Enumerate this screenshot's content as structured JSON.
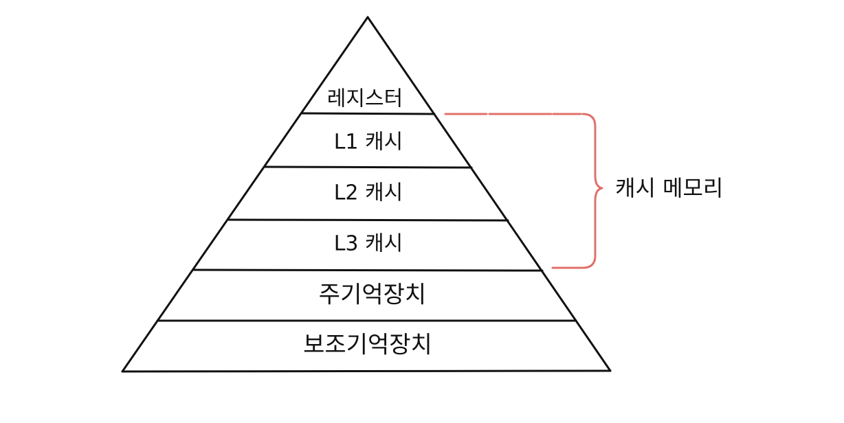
{
  "levels": [
    {
      "label": "레지스터"
    },
    {
      "label": "L1 캐시"
    },
    {
      "label": "L2 캐시"
    },
    {
      "label": "L3 캐시"
    },
    {
      "label": "주기억장치"
    },
    {
      "label": "보조기억장치"
    }
  ],
  "bracket": {
    "label": "캐시 메모리",
    "color": "#e0706a"
  },
  "colors": {
    "stroke": "#111111",
    "background": "#ffffff"
  }
}
